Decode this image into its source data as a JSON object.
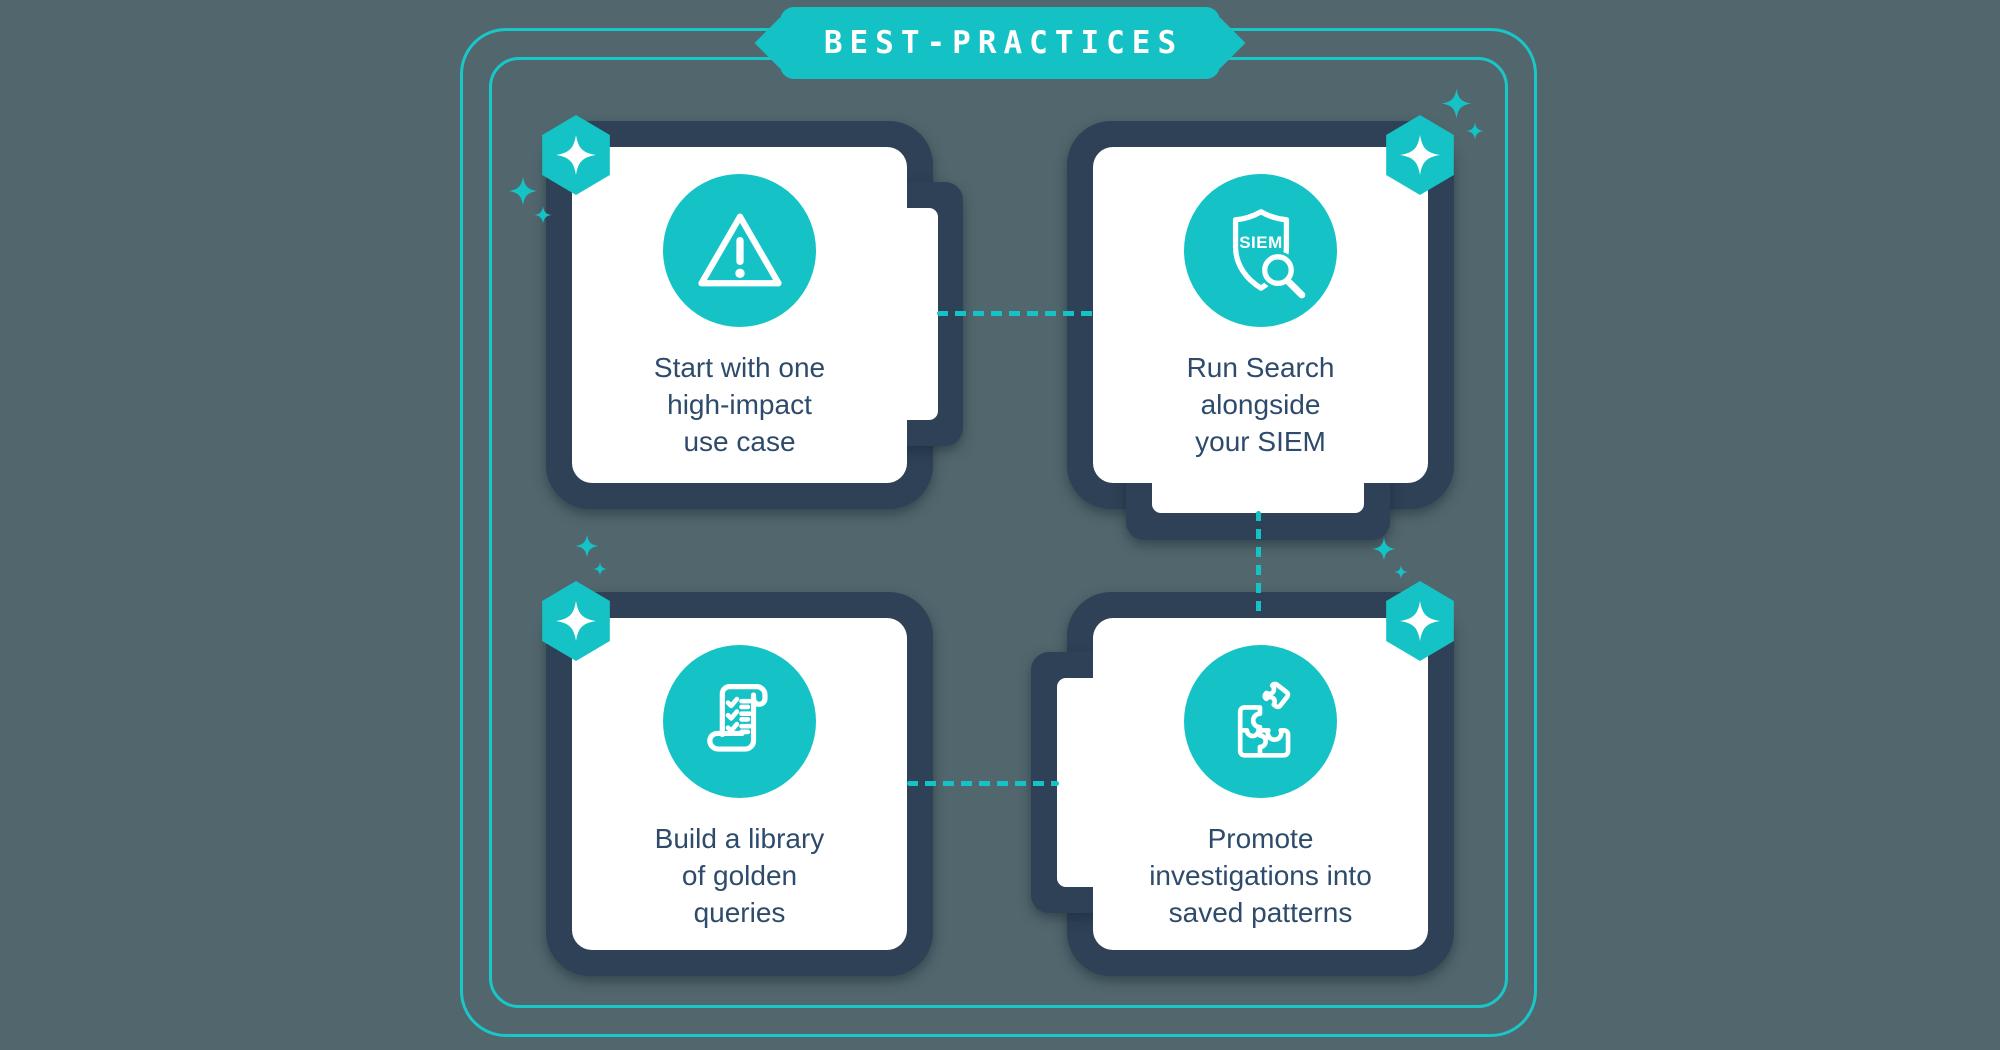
{
  "banner": {
    "label": "BEST-PRACTICES"
  },
  "colors": {
    "background": "#52676D",
    "teal_accent": "#15C3C6",
    "navy_border": "#2E4156",
    "card_fill": "#FFFFFF",
    "text_navy": "#2E4B6B"
  },
  "cards": [
    {
      "icon": "warning-triangle-icon",
      "label": "Start with one high-impact use case",
      "lines": [
        "Start with one",
        "high-impact",
        "use case"
      ]
    },
    {
      "icon": "siem-shield-magnifier-icon",
      "icon_label": "SIEM",
      "label": "Run Search alongside your SIEM",
      "lines": [
        "Run Search",
        "alongside",
        "your SIEM"
      ]
    },
    {
      "icon": "scroll-checklist-icon",
      "label": "Build a library of golden queries",
      "lines": [
        "Build a library",
        "of golden",
        "queries"
      ]
    },
    {
      "icon": "puzzle-pieces-icon",
      "label": "Promote investigations into saved patterns",
      "lines": [
        "Promote",
        "investigations into",
        "saved patterns"
      ]
    }
  ]
}
